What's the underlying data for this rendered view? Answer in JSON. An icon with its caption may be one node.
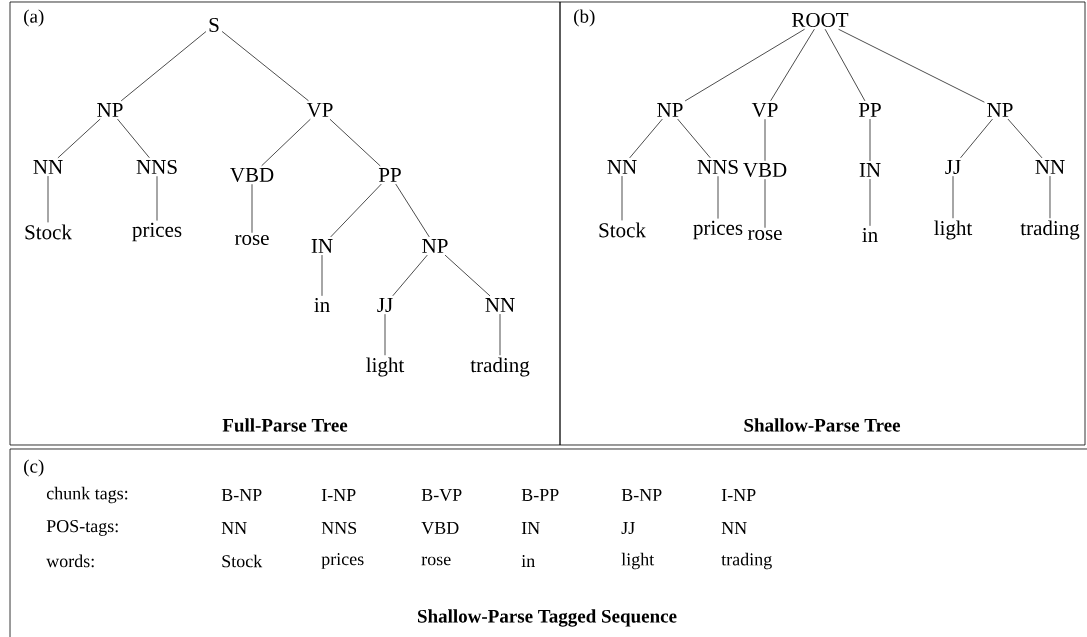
{
  "diagram": {
    "nodes": [
      {
        "text": [
          "(a)",
          "**Full-Parse Tree**"
        ]
      },
      {
        "text": [
          "S"
        ],
        "in": 0
      },
      {
        "text": [
          "NP"
        ],
        "in": 0
      },
      {
        "text": [
          "VP"
        ],
        "in": 0
      },
      {
        "text": [
          "NN"
        ],
        "in": 0
      },
      {
        "text": [
          "NNS"
        ],
        "in": 0
      },
      {
        "text": [
          "VBD"
        ],
        "in": 0
      },
      {
        "text": [
          "PP"
        ],
        "in": 0
      },
      {
        "text": [
          "Stock"
        ],
        "in": 0
      },
      {
        "text": [
          "prices"
        ],
        "in": 0
      },
      {
        "text": [
          "rose"
        ],
        "in": 0
      },
      {
        "text": [
          "IN"
        ],
        "in": 0
      },
      {
        "text": [
          "NP"
        ],
        "in": 0
      },
      {
        "text": [
          "in"
        ],
        "in": 0
      },
      {
        "text": [
          "JJ"
        ],
        "in": 0
      },
      {
        "text": [
          "NN"
        ],
        "in": 0
      },
      {
        "text": [
          "light"
        ],
        "in": 0
      },
      {
        "text": [
          "trading"
        ],
        "in": 0
      },
      {
        "text": [
          "(b)",
          "**Shallow-Parse Tree**"
        ]
      },
      {
        "text": [
          "ROOT"
        ],
        "in": 18
      },
      {
        "text": [
          "NP"
        ],
        "in": 18
      },
      {
        "text": [
          "VP"
        ],
        "in": 18
      },
      {
        "text": [
          "PP"
        ],
        "in": 18
      },
      {
        "text": [
          "NP"
        ],
        "in": 18
      },
      {
        "text": [
          "NN"
        ],
        "in": 18
      },
      {
        "text": [
          "NNS"
        ],
        "in": 18
      },
      {
        "text": [
          "VBD"
        ],
        "in": 18
      },
      {
        "text": [
          "IN"
        ],
        "in": 18
      },
      {
        "text": [
          "JJ"
        ],
        "in": 18
      },
      {
        "text": [
          "NN"
        ],
        "in": 18
      },
      {
        "text": [
          "Stock"
        ],
        "in": 18
      },
      {
        "text": [
          "prices"
        ],
        "in": 18
      },
      {
        "text": [
          "rose"
        ],
        "in": 18
      },
      {
        "text": [
          "in"
        ],
        "in": 18
      },
      {
        "text": [
          "light"
        ],
        "in": 18
      },
      {
        "text": [
          "trading"
        ],
        "in": 18
      },
      {
        "text": [
          "(c)",
          "**Shallow-Parse Tagged Sequence**"
        ]
      }
    ],
    "edges": [
      {
        "from": 1,
        "to": 2,
        "arrow": "none"
      },
      {
        "from": 1,
        "to": 3,
        "arrow": "none"
      },
      {
        "from": 2,
        "to": 4,
        "arrow": "none"
      },
      {
        "from": 2,
        "to": 5,
        "arrow": "none"
      },
      {
        "from": 3,
        "to": 6,
        "arrow": "none"
      },
      {
        "from": 3,
        "to": 7,
        "arrow": "none"
      },
      {
        "from": 4,
        "to": 8,
        "arrow": "none"
      },
      {
        "from": 5,
        "to": 9,
        "arrow": "none"
      },
      {
        "from": 6,
        "to": 10,
        "arrow": "none"
      },
      {
        "from": 7,
        "to": 11,
        "arrow": "none"
      },
      {
        "from": 7,
        "to": 12,
        "arrow": "none"
      },
      {
        "from": 11,
        "to": 13,
        "arrow": "none"
      },
      {
        "from": 12,
        "to": 14,
        "arrow": "none"
      },
      {
        "from": 12,
        "to": 15,
        "arrow": "none"
      },
      {
        "from": 14,
        "to": 16,
        "arrow": "none"
      },
      {
        "from": 15,
        "to": 17,
        "arrow": "none"
      },
      {
        "from": 19,
        "to": 20,
        "arrow": "none"
      },
      {
        "from": 19,
        "to": 21,
        "arrow": "none"
      },
      {
        "from": 19,
        "to": 22,
        "arrow": "none"
      },
      {
        "from": 19,
        "to": 23,
        "arrow": "none"
      },
      {
        "from": 20,
        "to": 24,
        "arrow": "none"
      },
      {
        "from": 20,
        "to": 25,
        "arrow": "none"
      },
      {
        "from": 21,
        "to": 26,
        "arrow": "none"
      },
      {
        "from": 22,
        "to": 27,
        "arrow": "none"
      },
      {
        "from": 23,
        "to": 28,
        "arrow": "none"
      },
      {
        "from": 23,
        "to": 29,
        "arrow": "none"
      },
      {
        "from": 24,
        "to": 30,
        "arrow": "none"
      },
      {
        "from": 25,
        "to": 31,
        "arrow": "none"
      },
      {
        "from": 26,
        "to": 32,
        "arrow": "none"
      },
      {
        "from": 27,
        "to": 33,
        "arrow": "none"
      },
      {
        "from": 28,
        "to": 34,
        "arrow": "none"
      },
      {
        "from": 29,
        "to": 35,
        "arrow": "none"
      }
    ],
    "labels": [
      "chunk tags:",
      "B-NP",
      "I-NP",
      "B-VP",
      "B-PP",
      "B-NP",
      "I-NP",
      "POS-tags:",
      "NN",
      "NNS",
      "VBD",
      "IN",
      "JJ",
      "NN",
      "words:",
      "Stock",
      "prices",
      "rose",
      "in",
      "light",
      "trading"
    ]
  }
}
